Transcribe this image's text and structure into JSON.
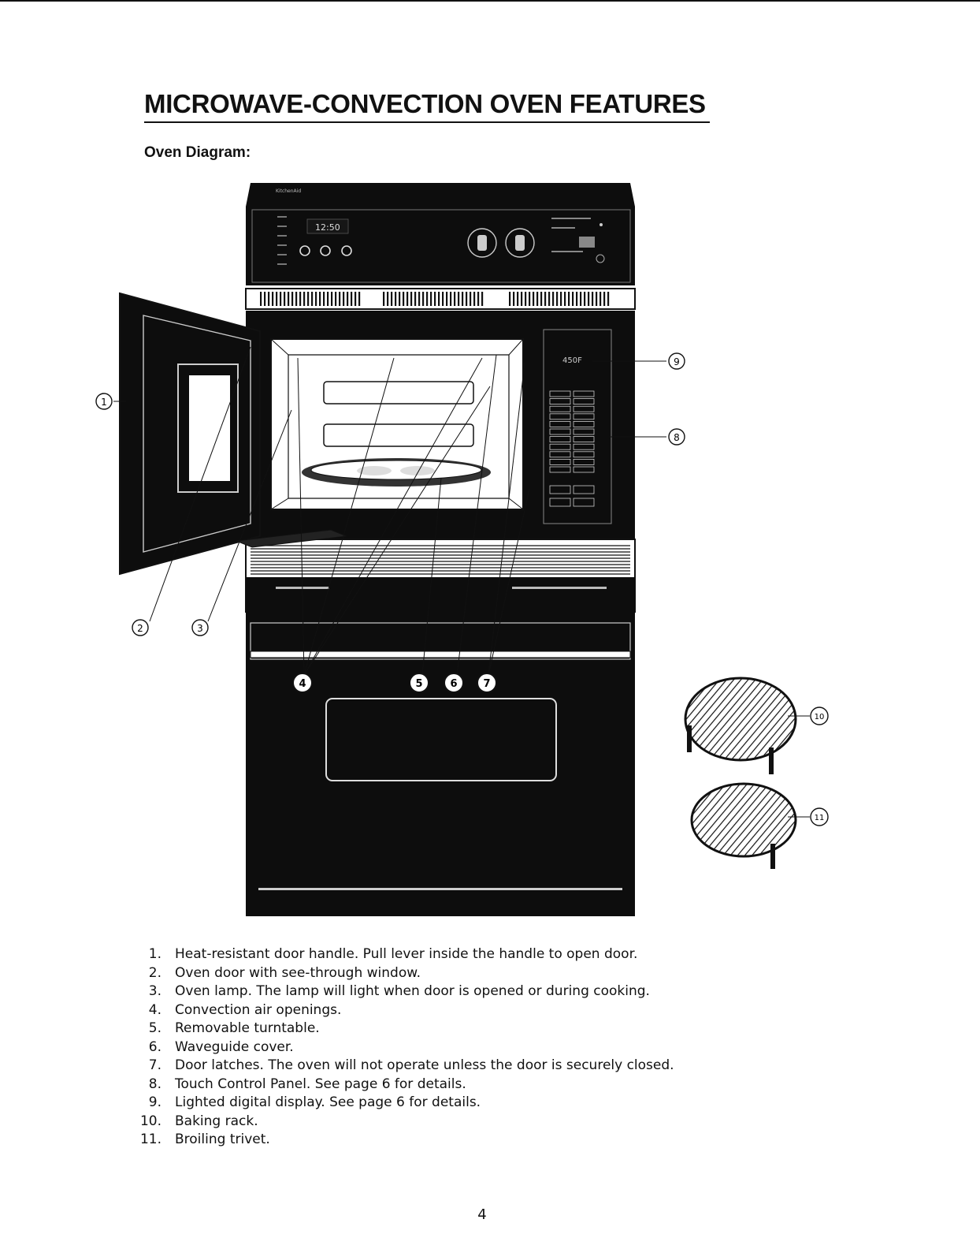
{
  "page": {
    "title": "MICROWAVE-CONVECTION OVEN FEATURES",
    "subtitle": "Oven Diagram:",
    "page_number": "4"
  },
  "diagram": {
    "clock_display": "12:50",
    "oven_display": "450F",
    "brand_label": "KitchenAid",
    "callouts": [
      "1",
      "2",
      "3",
      "4",
      "5",
      "6",
      "7",
      "8",
      "9",
      "10",
      "11"
    ]
  },
  "features": [
    {
      "num": "1.",
      "text": "Heat-resistant door handle.  Pull lever inside the handle to open door."
    },
    {
      "num": "2.",
      "text": "Oven door with see-through window."
    },
    {
      "num": "3.",
      "text": "Oven lamp.  The lamp will light when door is opened or during cooking."
    },
    {
      "num": "4.",
      "text": "Convection air openings."
    },
    {
      "num": "5.",
      "text": "Removable turntable."
    },
    {
      "num": "6.",
      "text": "Waveguide cover."
    },
    {
      "num": "7.",
      "text": "Door latches.  The oven will not operate unless the door is securely closed."
    },
    {
      "num": "8.",
      "text": "Touch Control Panel.  See page 6 for details."
    },
    {
      "num": "9.",
      "text": "Lighted digital display.  See page 6 for details."
    },
    {
      "num": "10.",
      "text": "Baking rack."
    },
    {
      "num": "11.",
      "text": "Broiling trivet."
    }
  ]
}
